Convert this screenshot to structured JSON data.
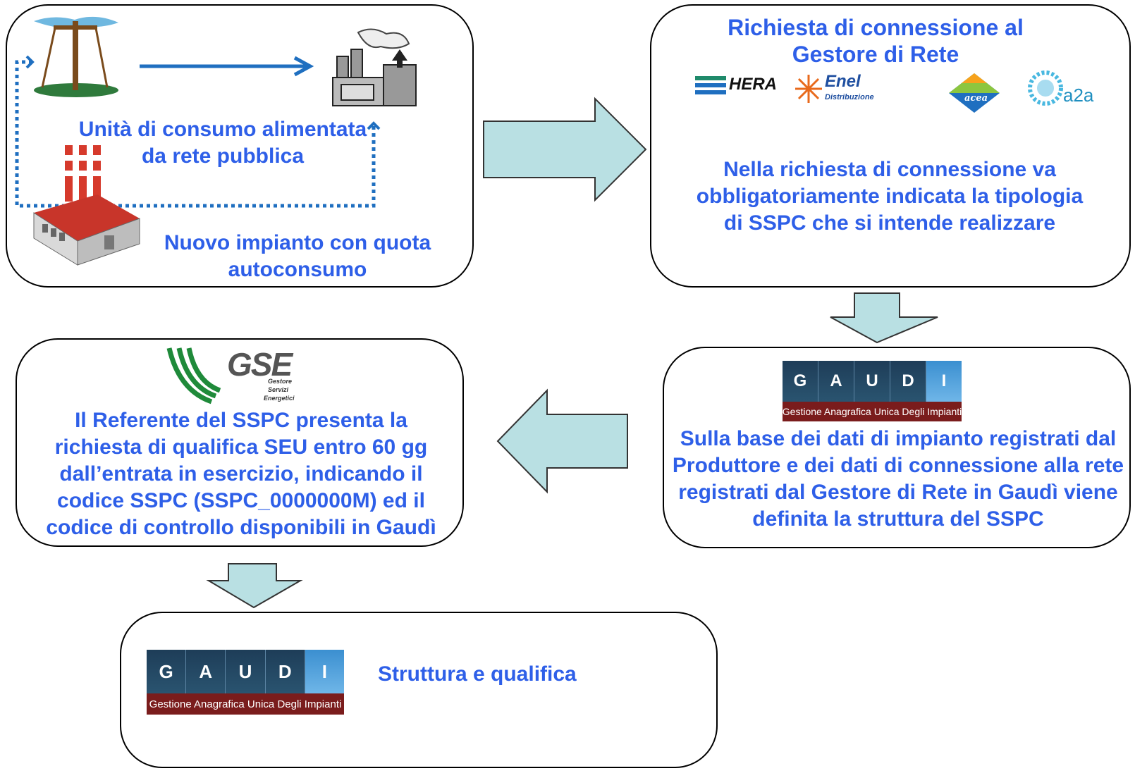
{
  "colors": {
    "text_blue": "#2e5fe8",
    "arrow_fill": "#b9e0e3",
    "gaudi_dark": "#1e3d58",
    "gaudi_red": "#7a1c1c",
    "gse_green": "#1f8a3a",
    "arrow_blue": "#1f6fc0"
  },
  "box1": {
    "label_consumption": "Unità di consumo alimentata da rete pubblica",
    "label_new_plant": "Nuovo impianto con quota autoconsumo",
    "icons": [
      "power-pole-icon",
      "factory-icon",
      "power-plant-icon"
    ]
  },
  "box2": {
    "title": "Richiesta di connessione al Gestore di Rete",
    "logos": {
      "hera": "HERA",
      "enel": "Enel",
      "enel_sub": "Distribuzione",
      "acea": "acea",
      "a2a": "a2a"
    },
    "body": "Nella richiesta di connessione va obbligatoriamente indicata la tipologia di SSPC che si intende realizzare"
  },
  "box3": {
    "gaudi": {
      "letters": [
        "G",
        "A",
        "U",
        "D",
        "I"
      ],
      "subtitle": "Gestione Anagrafica Unica Degli Impianti"
    },
    "body": "Sulla base dei dati di impianto registrati dal Produttore e dei dati di connessione alla rete registrati dal Gestore di Rete in Gaudì viene definita la struttura del SSPC"
  },
  "box4": {
    "gse": {
      "name": "GSE",
      "sub1": "Gestore",
      "sub2": "Servizi",
      "sub3": "Energetici"
    },
    "body": "Il Referente del SSPC presenta la richiesta di qualifica SEU entro 60 gg dall’entrata in esercizio, indicando il codice SSPC (SSPC_0000000M) ed il codice di controllo disponibili in Gaudì"
  },
  "box5": {
    "gaudi": {
      "letters": [
        "G",
        "A",
        "U",
        "D",
        "I"
      ],
      "subtitle": "Gestione Anagrafica Unica Degli Impianti"
    },
    "label": "Struttura e qualifica"
  }
}
